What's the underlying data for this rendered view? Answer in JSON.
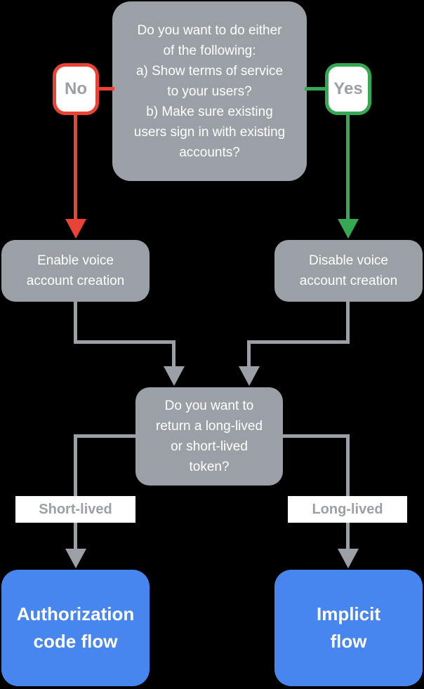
{
  "diagram": {
    "type": "flowchart",
    "colors": {
      "node_gray": "#9AA0A6",
      "connector_gray": "#9AA0A6",
      "no_red": "#EA4335",
      "yes_green": "#34A853",
      "result_blue": "#4886EF",
      "node_text": "#FFFFFF",
      "label_text": "#9AA0A6",
      "background": "#000000"
    },
    "nodes": {
      "top_question": {
        "text": "Do you want to do either\nof the following:\na) Show terms of service\nto your users?\nb) Make sure existing\nusers sign in with existing\naccounts?"
      },
      "no_badge": {
        "label": "No"
      },
      "yes_badge": {
        "label": "Yes"
      },
      "enable_voice": {
        "text": "Enable voice\naccount creation"
      },
      "disable_voice": {
        "text": "Disable voice\naccount creation"
      },
      "token_question": {
        "text": "Do you want to\nreturn a long-lived\nor short-lived\ntoken?"
      },
      "short_lived_label": {
        "text": "Short-lived"
      },
      "long_lived_label": {
        "text": "Long-lived"
      },
      "authorization_code_flow": {
        "text": "Authorization\ncode flow"
      },
      "implicit_flow": {
        "text": "Implicit\nflow"
      }
    },
    "edges": [
      {
        "from": "top_question",
        "label": "No",
        "to": "enable_voice",
        "color": "#EA4335"
      },
      {
        "from": "top_question",
        "label": "Yes",
        "to": "disable_voice",
        "color": "#34A853"
      },
      {
        "from": "enable_voice",
        "to": "token_question",
        "color": "#9AA0A6"
      },
      {
        "from": "disable_voice",
        "to": "token_question",
        "color": "#9AA0A6"
      },
      {
        "from": "token_question",
        "label": "Short-lived",
        "to": "authorization_code_flow",
        "color": "#9AA0A6"
      },
      {
        "from": "token_question",
        "label": "Long-lived",
        "to": "implicit_flow",
        "color": "#9AA0A6"
      }
    ]
  }
}
